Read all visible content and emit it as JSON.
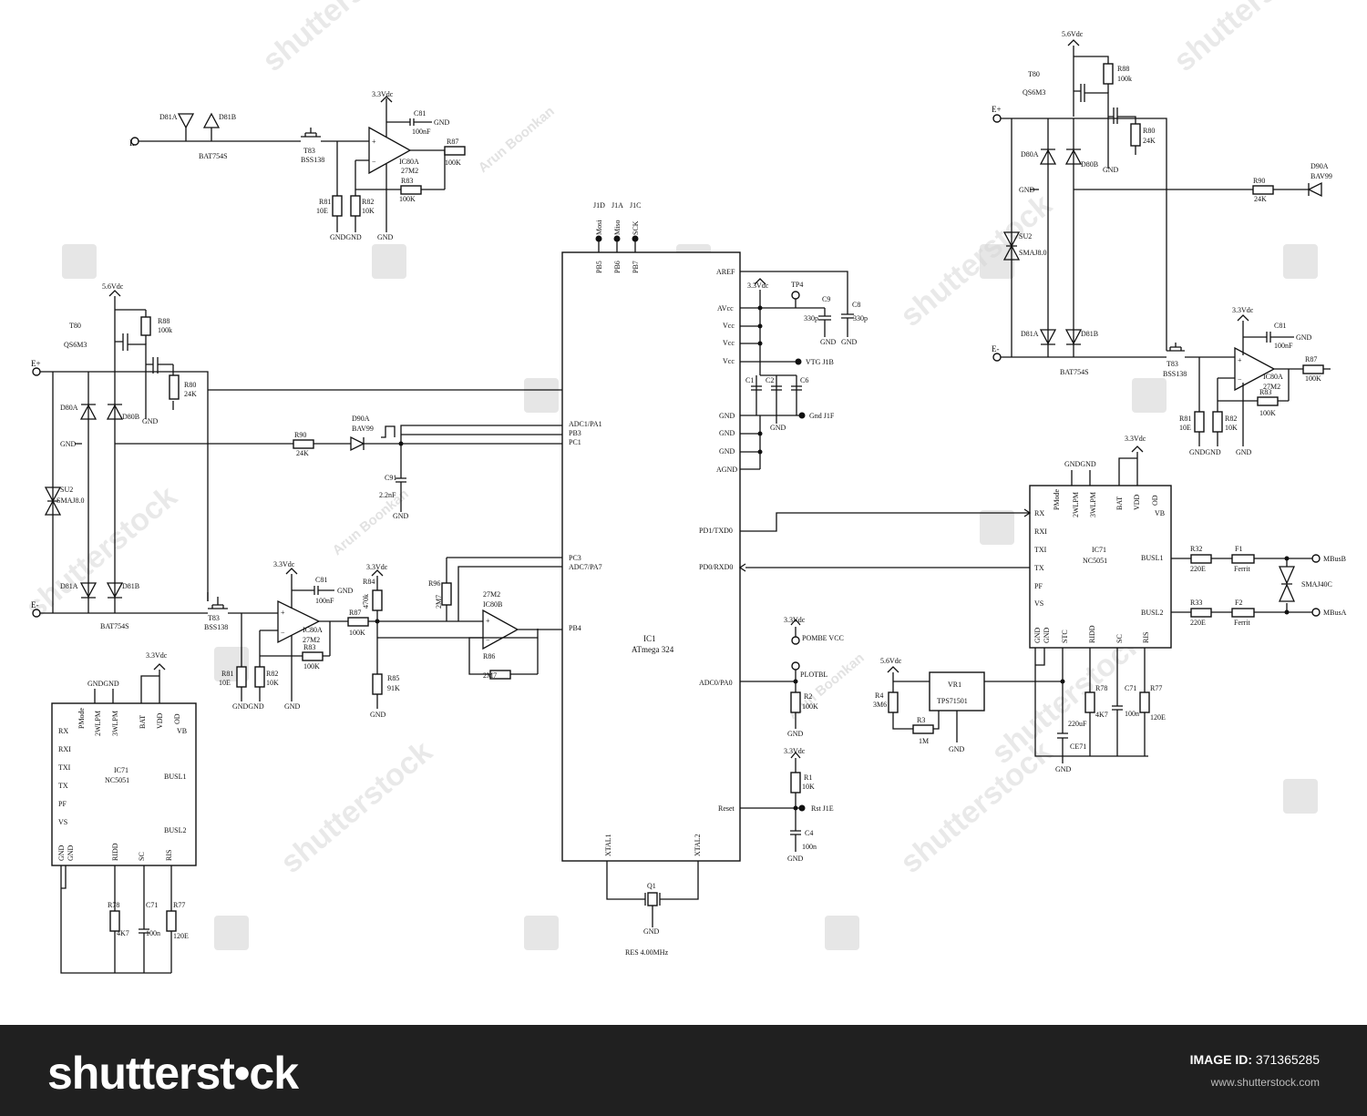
{
  "labels": {
    "mcu_ref": "IC1",
    "mcu_name": "ATmega 324",
    "pin_aref": "AREF",
    "pin_avcc": "AVcc",
    "pin_vcc": "Vcc",
    "pin_gnd": "GND",
    "pin_agnd": "AGND",
    "pin_pd1": "PD1/TXD0",
    "pin_pd0": "PD0/RXD0",
    "pin_adc0": "ADC0/PA0",
    "pin_reset": "Reset",
    "pin_adc1": "ADC1/PA1",
    "pin_pb3": "PB3",
    "pin_pc1": "PC1",
    "pin_pc3": "PC3",
    "pin_adc7": "ADC7/PA7",
    "pin_pb4": "PB4",
    "pin_xtal1": "XTAL1",
    "pin_xtal2": "XTAL2",
    "pin_pb5": "PB5",
    "pin_pb6": "PB6",
    "pin_pb7": "PB7",
    "j1d": "J1D",
    "j1a": "J1A",
    "j1c": "J1C",
    "mosi": "Mosi",
    "miso": "Miso",
    "sck": "SCK",
    "v33": "3.3Vdc",
    "v56": "5.6Vdc",
    "tp4": "TP4",
    "c9": "C9",
    "c9v": "330p",
    "c8": "C8",
    "c8v": "330p",
    "gnd": "GND",
    "vtg": "VTG  J1B",
    "gndj1f": "Gnd  J1F",
    "c1": "C1",
    "c2": "C2",
    "c6": "C6",
    "pombe": "POMBE VCC",
    "plotbl": "PLOTBL",
    "r2": "R2",
    "r2v": "100K",
    "r1": "R1",
    "r1v": "10K",
    "rst": "Rst  J1E",
    "c4": "C4",
    "c4v": "100n",
    "q1": "Q1",
    "res": "RES 4.00MHz",
    "t80": "T80",
    "qs6m3": "QS6M3",
    "r88": "R88",
    "r88v": "100k",
    "r80": "R80",
    "r80v": "24K",
    "d80a": "D80A",
    "d80b": "D80B",
    "su2": "SU2",
    "smaj8": "SMAJ8.0",
    "d81a": "D81A",
    "d81b": "D81B",
    "bat754s": "BAT754S",
    "t83": "T83",
    "bss138": "BSS138",
    "eplus": "E+",
    "eminus": "E-",
    "r90": "R90",
    "r90v": "24K",
    "d90a": "D90A",
    "bav99": "BAV99",
    "c91": "C91",
    "c91v": "2.2nF",
    "c81": "C81",
    "c81v": "100nF",
    "ic80a": "IC80A",
    "m27": "27M2",
    "r87": "R87",
    "r87v": "100K",
    "r83": "R83",
    "r83v": "100K",
    "r81": "R81",
    "r81v": "10E",
    "r82": "R82",
    "r82v": "10K",
    "r84": "R84",
    "r84v": "470k",
    "r85": "R85",
    "r85v": "91K",
    "r96": "R96",
    "r96v": "2M7",
    "ic80b": "IC80B",
    "r86": "R86",
    "r86v": "2M7",
    "ic71": "IC71",
    "nc5051": "NC5051",
    "nc_rx": "RX",
    "nc_rxi": "RXI",
    "nc_txi": "TXI",
    "nc_tx": "TX",
    "nc_pf": "PF",
    "nc_vs": "VS",
    "nc_vb": "VB",
    "nc_busl1": "BUSL1",
    "nc_busl2": "BUSL2",
    "nc_pmode": "PMode",
    "nc_2wlpm": "2WLPM",
    "nc_3wlpm": "3WLPM",
    "nc_bat": "BAT",
    "nc_vdd": "VDD",
    "nc_od": "OD",
    "nc_gnd": "GND",
    "nc_ridd": "RIDD",
    "nc_sc": "SC",
    "nc_ris": "RIS",
    "nc_stc": "STC",
    "r78": "R78",
    "r78v": "4K7",
    "c71": "C71",
    "c71v": "100n",
    "r77": "R77",
    "r77v": "120E",
    "r32": "R32",
    "r32v": "220E",
    "r33": "R33",
    "r33v": "220E",
    "f1": "F1",
    "f2": "F2",
    "ferrit": "Ferrit",
    "smaj40c": "SMAJ40C",
    "mbusb": "MBusB",
    "mbusa": "MBusA",
    "vr1": "VR1",
    "tps": "TPS71501",
    "r4": "R4",
    "r4v": "3M6",
    "r3": "R3",
    "r3v": "1M",
    "ce71": "CE71",
    "ce71v": "220uF",
    "gndgnd": "GNDGND"
  },
  "watermark": {
    "main": "shutterstock",
    "artist": "Arun Boonkan"
  },
  "footer": {
    "brand": "shutterst•ck",
    "id_label": "IMAGE ID:",
    "id_value": "371365285",
    "url": "www.shutterstock.com"
  }
}
